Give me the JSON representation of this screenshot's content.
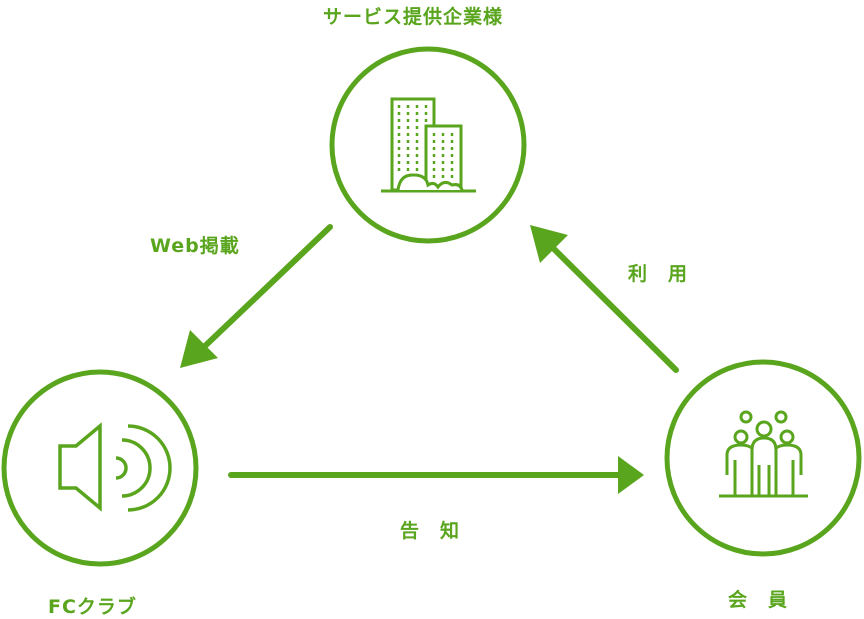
{
  "colors": {
    "accent": "#5aa51e"
  },
  "nodes": {
    "company": {
      "label": "サービス提供企業様",
      "icon": "buildings-icon"
    },
    "fc_club": {
      "label": "FCクラブ",
      "icon": "speaker-icon"
    },
    "members": {
      "label": "会　員",
      "icon": "people-icon"
    }
  },
  "edges": {
    "company_to_fc": {
      "label": "Web掲載"
    },
    "fc_to_members": {
      "label": "告　知"
    },
    "members_to_company": {
      "label": "利　用"
    }
  }
}
